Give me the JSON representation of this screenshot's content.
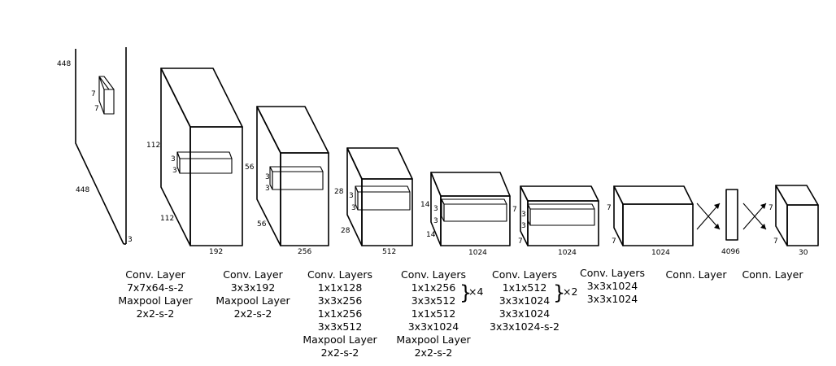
{
  "input": {
    "height": "448",
    "width": "448",
    "channels": "3",
    "kernel_h": "7",
    "kernel_w": "7"
  },
  "b1": {
    "h": "112",
    "w": "112",
    "c": "192",
    "kh": "3",
    "kw": "3"
  },
  "b2": {
    "h": "56",
    "w": "56",
    "c": "256",
    "kh": "3",
    "kw": "3"
  },
  "b3": {
    "h": "28",
    "w": "28",
    "c": "512",
    "kh": "3",
    "kw": "3"
  },
  "b4": {
    "h": "14",
    "w": "14",
    "c": "1024",
    "kh": "3",
    "kw": "3"
  },
  "b5": {
    "h": "7",
    "w": "7",
    "c": "1024",
    "kh": "3",
    "kw": "3"
  },
  "b6": {
    "h": "7",
    "w": "7",
    "c": "1024"
  },
  "fc": {
    "size": "4096"
  },
  "out": {
    "h": "7",
    "w": "7",
    "c": "30"
  },
  "captions": {
    "c1": [
      "Conv. Layer",
      "7x7x64-s-2",
      "Maxpool Layer",
      "2x2-s-2"
    ],
    "c2": [
      "Conv. Layer",
      "3x3x192",
      "Maxpool Layer",
      "2x2-s-2"
    ],
    "c3": [
      "Conv. Layers",
      "1x1x128",
      "3x3x256",
      "1x1x256",
      "3x3x512",
      "Maxpool Layer",
      "2x2-s-2"
    ],
    "c4": [
      "Conv. Layers",
      "1x1x256",
      "3x3x512",
      "1x1x512",
      "3x3x1024",
      "Maxpool Layer",
      "2x2-s-2"
    ],
    "c4_repeat": "×4",
    "c5": [
      "Conv. Layers",
      "1x1x512",
      "3x3x1024",
      "3x3x1024",
      "3x3x1024-s-2"
    ],
    "c5_repeat": "×2",
    "c6": [
      "Conv. Layers",
      "3x3x1024",
      "3x3x1024"
    ],
    "c7": [
      "Conn. Layer"
    ],
    "c8": [
      "Conn. Layer"
    ]
  }
}
